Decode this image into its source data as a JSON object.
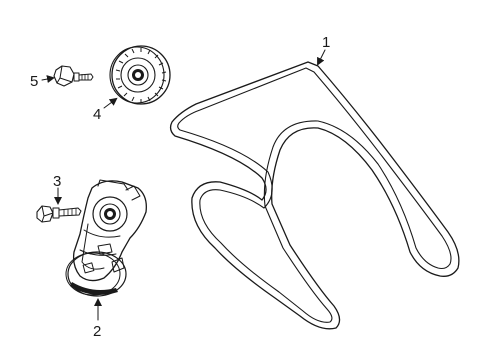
{
  "diagram": {
    "callouts": [
      {
        "id": "1",
        "label": "1",
        "part": "serpentine-belt"
      },
      {
        "id": "2",
        "label": "2",
        "part": "belt-tensioner"
      },
      {
        "id": "3",
        "label": "3",
        "part": "tensioner-bolt"
      },
      {
        "id": "4",
        "label": "4",
        "part": "idler-pulley"
      },
      {
        "id": "5",
        "label": "5",
        "part": "idler-bolt"
      }
    ],
    "colors": {
      "line": "#1a1a1a",
      "background": "#ffffff"
    }
  }
}
